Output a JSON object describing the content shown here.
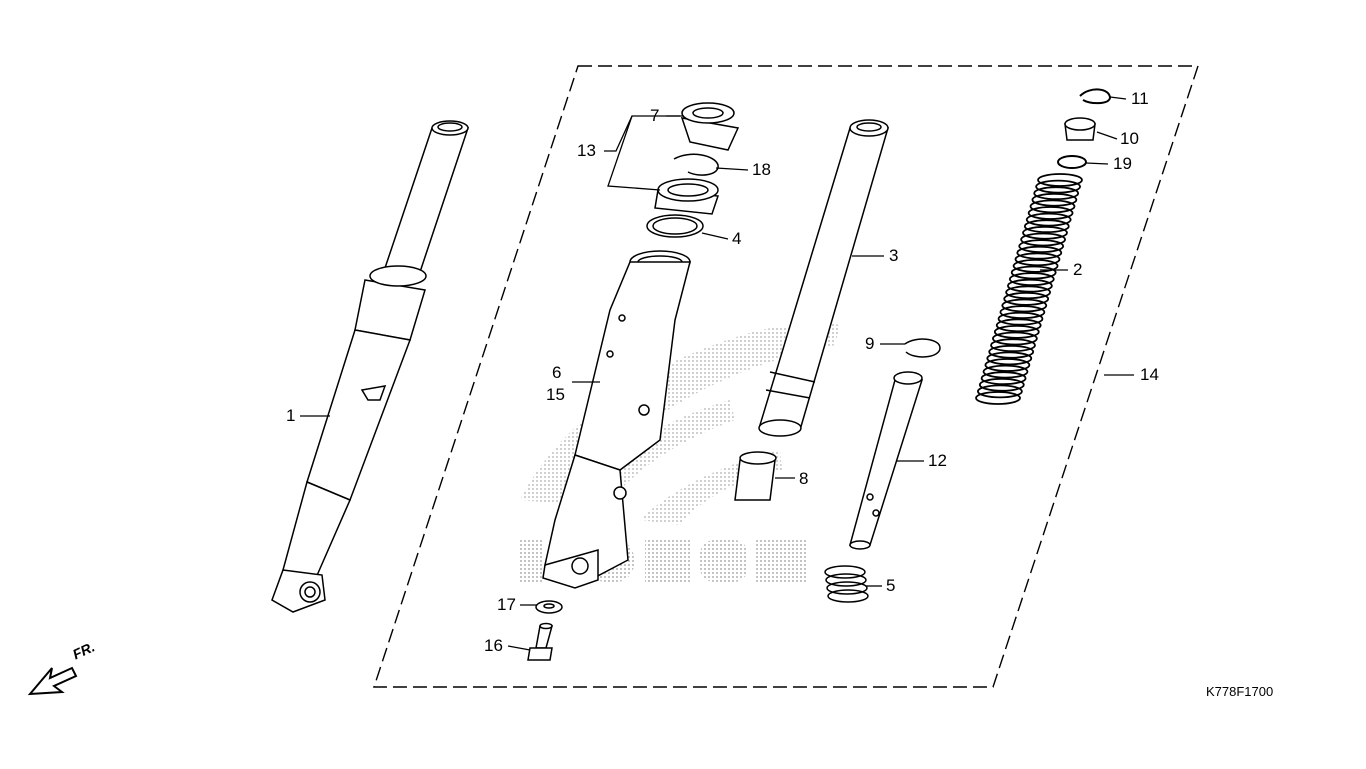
{
  "diagram": {
    "callouts": {
      "c1": "1",
      "c2": "2",
      "c3": "3",
      "c4": "4",
      "c5": "5",
      "c6": "6",
      "c7": "7",
      "c8": "8",
      "c9": "9",
      "c10": "10",
      "c11": "11",
      "c12": "12",
      "c13": "13",
      "c14": "14",
      "c15": "15",
      "c16": "16",
      "c17": "17",
      "c18": "18",
      "c19": "19"
    },
    "direction_label": "FR.",
    "diagram_code": "K778F1700",
    "watermark_text": "HONDA",
    "colors": {
      "ink": "#000000",
      "watermark": "#c8c8c8",
      "paper": "#ffffff"
    }
  }
}
